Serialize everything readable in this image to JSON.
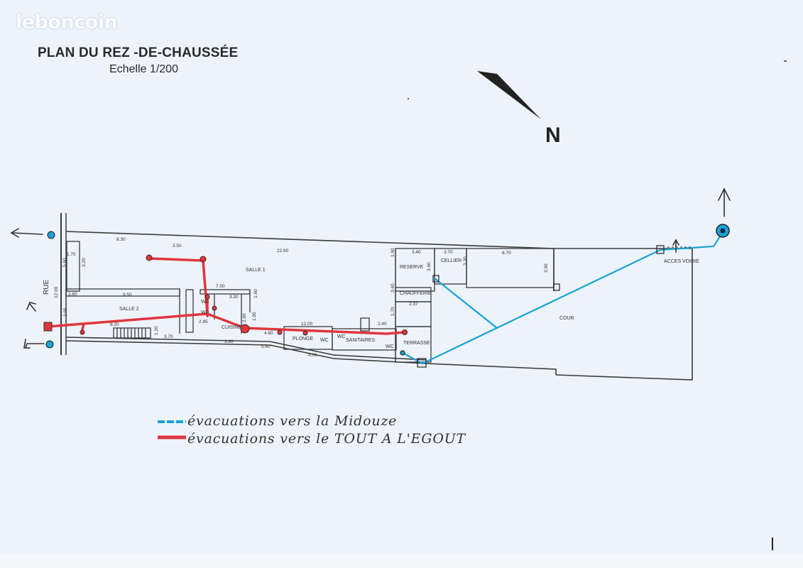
{
  "watermark": "leboncoin",
  "plan": {
    "title": "PLAN DU REZ -DE-CHAUSSÉE",
    "scale": "Echelle 1/200",
    "north_label": "N",
    "street_label": "RUE"
  },
  "rooms": {
    "salle1": "SALLE 1",
    "salle2": "SALLE 2",
    "cuisine": "CUISINE",
    "plonge": "PLONGE",
    "sanitaires": "SANITAIRES",
    "reserve": "RESERVE",
    "cellier": "CELLIER",
    "chaufferie": "CHAUFFERIE",
    "terrasse": "TERRASSE",
    "cour": "COUR",
    "acces_voirie": "ACCES VOIRIE",
    "wc1": "WC",
    "wc2": "WC",
    "wc3": "WC",
    "wc4": "WC",
    "wc5": "WC"
  },
  "dimensions": {
    "d1": "8.30",
    "d2": "3.50",
    "d3": "22.80",
    "d4": "1.70",
    "d5": "5.60",
    "d6": "3.20",
    "d7": "7.00",
    "d8": "3.30",
    "d9": "1.60",
    "d10": "9.50",
    "d11": "12.00",
    "d12": "2.85",
    "d13": "8.20",
    "d14": "1.60",
    "d15": "3.70",
    "d16": "3.90",
    "d17": "2.95",
    "d18": "4.60",
    "d19": "12.00",
    "d20": "1.90",
    "d21": "2.60",
    "d22": "5.40",
    "d23": "4.00",
    "d24": "3.40",
    "d25": "3.70",
    "d26": "8.70",
    "d27": "3.90",
    "d28": "3.30",
    "d29": "3.40",
    "d30": "1.70",
    "d31": "2.37",
    "d32": "2.40",
    "d33": "3.60",
    "d34": "1.20",
    "d35": "1.90"
  },
  "legend": {
    "blue_label": "évacuations vers la Midouze",
    "red_label": "évacuations vers le TOUT A L'EGOUT"
  },
  "colors": {
    "blue_pipe": "#1aa3d4",
    "red_pipe": "#e0353d",
    "wall": "#3a3a3a"
  }
}
